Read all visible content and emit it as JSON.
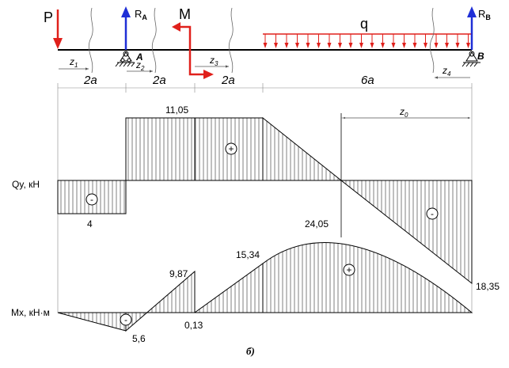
{
  "loads": {
    "P": "P",
    "RA": "R",
    "RA_sub": "A",
    "M": "M",
    "q": "q",
    "RB": "R",
    "RB_sub": "B"
  },
  "supports": {
    "A": "A",
    "B": "B"
  },
  "sections": {
    "z1": "z",
    "z1_sub": "1",
    "z2": "z",
    "z2_sub": "2",
    "z3": "z",
    "z3_sub": "3",
    "z4": "z",
    "z4_sub": "4",
    "z0": "z",
    "z0_sub": "0"
  },
  "spans": {
    "s1": "2a",
    "s2": "2a",
    "s3": "2a",
    "s4": "6a"
  },
  "diagrams": {
    "shear_label": "Qy, кН",
    "moment_label": "Mx, кН·м",
    "plus": "+",
    "minus": "-"
  },
  "values": {
    "q_top": "11,05",
    "q_neg": "4",
    "m_max": "24,05",
    "m_c": "15,34",
    "m_end": "18,35",
    "m_jump": "9,87",
    "m_low": "0,13",
    "m_min": "5,6"
  },
  "caption": "б)",
  "colors": {
    "load_red": "#e0201b",
    "reaction_blue": "#1f2fd6",
    "line": "#000000"
  }
}
